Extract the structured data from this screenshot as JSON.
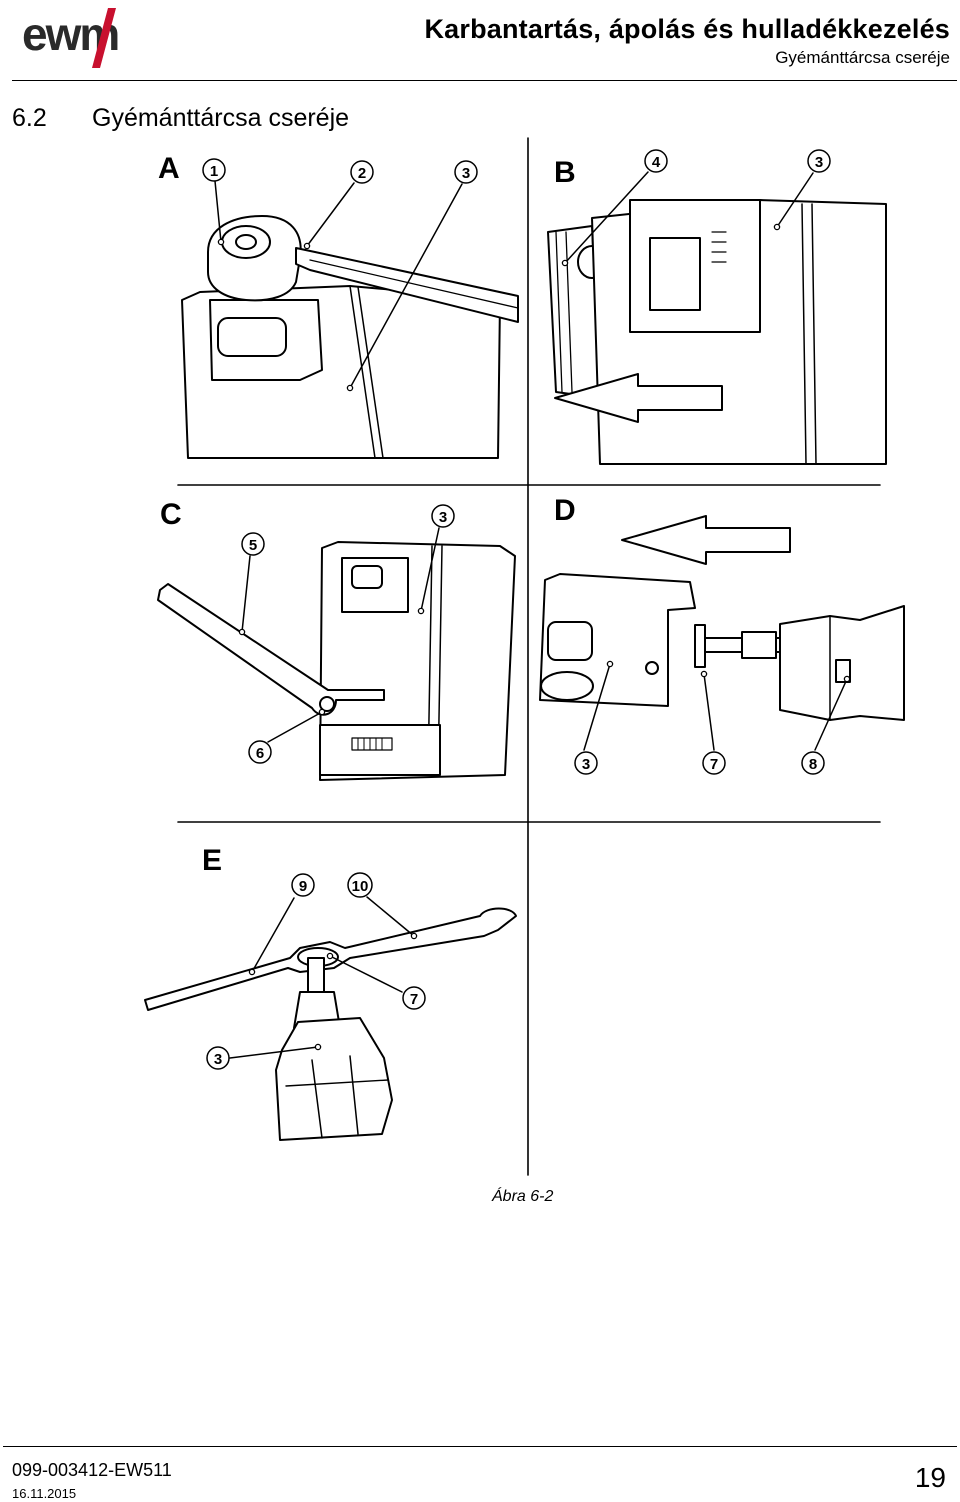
{
  "header": {
    "logo_text": "ewm",
    "title": "Karbantartás, ápolás és hulladékkezelés",
    "subtitle": "Gyémánttárcsa cseréje"
  },
  "section": {
    "number": "6.2",
    "title": "Gyémánttárcsa cseréje"
  },
  "figure": {
    "panels": [
      "A",
      "B",
      "C",
      "D",
      "E"
    ],
    "callouts": {
      "A": [
        "1",
        "2",
        "3"
      ],
      "B": [
        "4",
        "3"
      ],
      "C": [
        "5",
        "3",
        "6"
      ],
      "D": [
        "3",
        "7",
        "8"
      ],
      "E": [
        "9",
        "10",
        "7",
        "3"
      ]
    },
    "caption": "Ábra 6-2"
  },
  "footer": {
    "doc_number": "099-003412-EW511",
    "date": "16.11.2015",
    "page": "19"
  }
}
